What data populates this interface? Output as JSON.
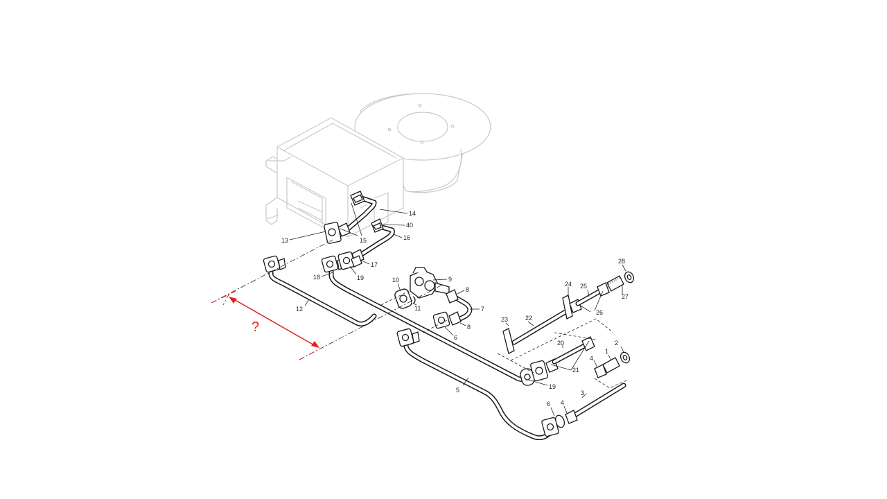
{
  "callouts": {
    "c1": "1",
    "c2": "2",
    "c3": "3",
    "c4a": "4",
    "c4b": "4",
    "c5": "5",
    "c6a": "6",
    "c6b": "6",
    "c7": "7",
    "c8a": "8",
    "c8b": "8",
    "c9": "9",
    "c10": "10",
    "c11": "11",
    "c12": "12",
    "c13": "13",
    "c14": "14",
    "c15": "15",
    "c16": "16",
    "c17": "17",
    "c18": "18",
    "c19a": "19",
    "c19b": "19",
    "c20": "20",
    "c21": "21",
    "c22": "22",
    "c23": "23",
    "c24": "24",
    "c25": "25",
    "c26": "26",
    "c27": "27",
    "c28": "28",
    "c40": "40"
  },
  "measurement": {
    "unknown_label": "?",
    "color": "#e02020"
  },
  "colors": {
    "line": "#1a1a1a",
    "ghost": "#c9c9c9"
  }
}
